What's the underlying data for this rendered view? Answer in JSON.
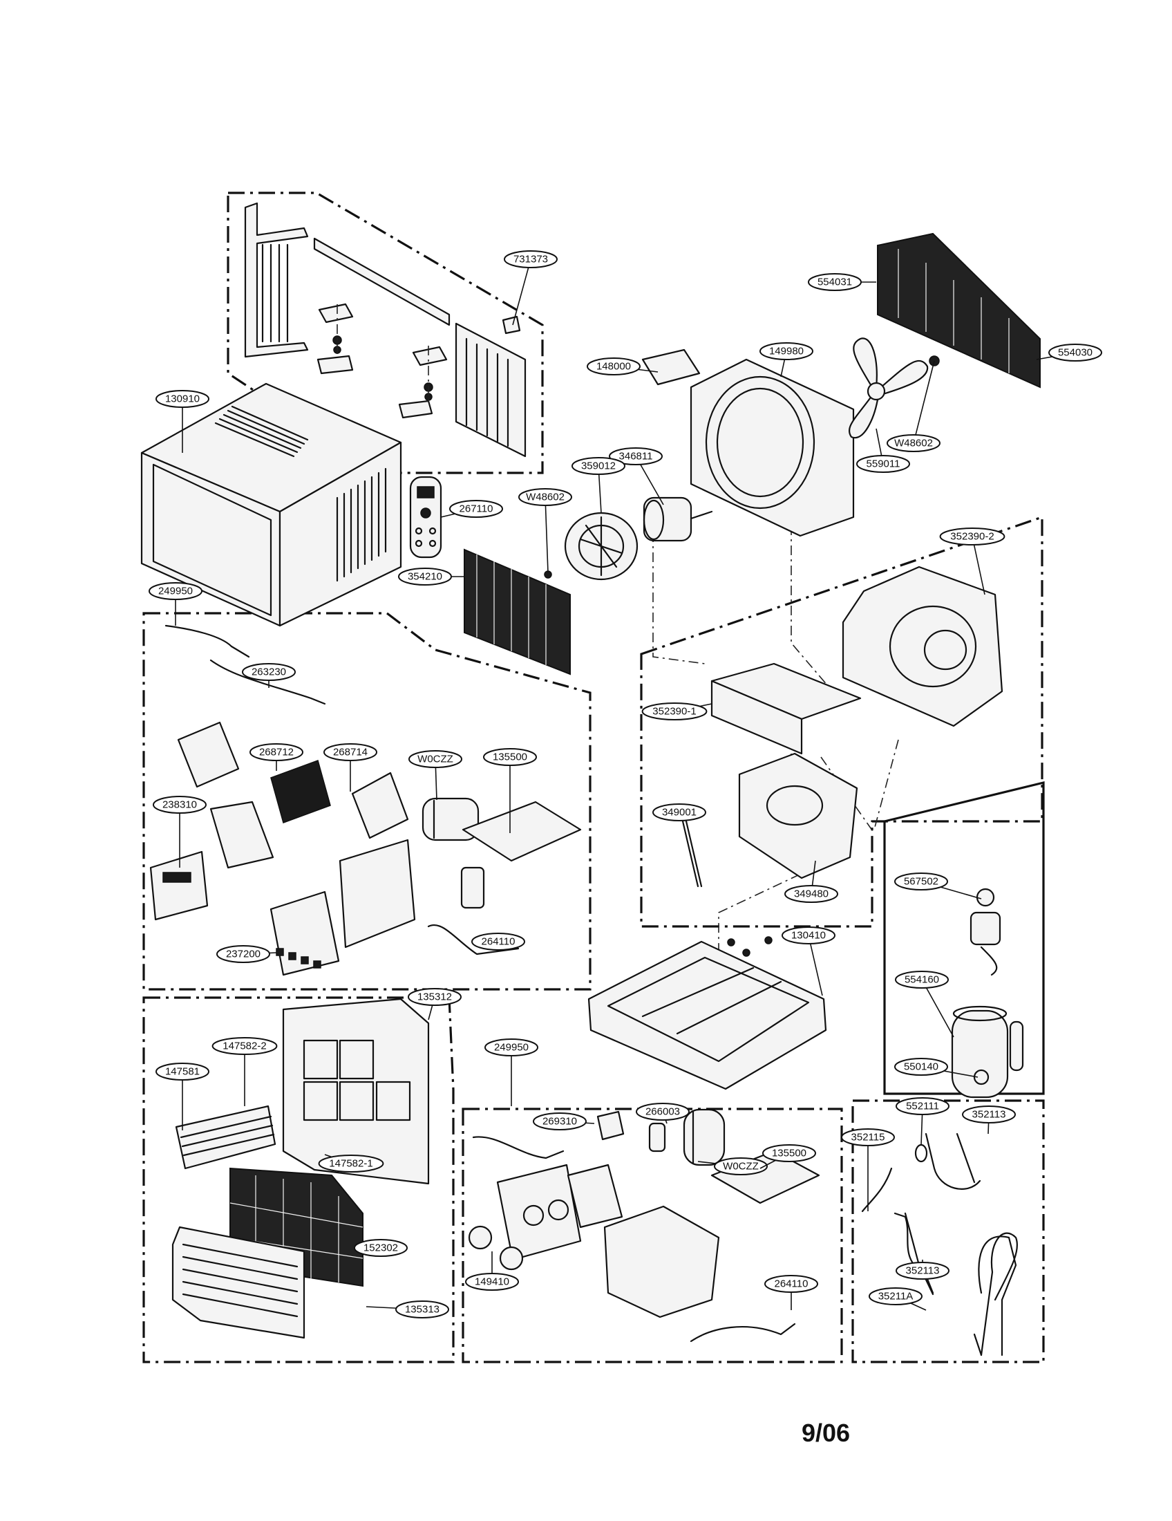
{
  "footer": {
    "date": "9/06"
  },
  "labels": [
    "731373",
    "554031",
    "554030",
    "148000",
    "149980",
    "130910",
    "W48602",
    "559011",
    "346811",
    "359012",
    "W48602",
    "267110",
    "354210",
    "352390-2",
    "249950",
    "263230",
    "352390-1",
    "268712",
    "268714",
    "W0CZZ",
    "135500",
    "349001",
    "238310",
    "349480",
    "264110",
    "237200",
    "130410",
    "567502",
    "135312",
    "554160",
    "147582-2",
    "147581",
    "249950",
    "550140",
    "269310",
    "266003",
    "552111",
    "352113",
    "147582-1",
    "W0CZZ",
    "135500",
    "352115",
    "152302",
    "352113",
    "35211A",
    "149410",
    "264110",
    "135313"
  ]
}
